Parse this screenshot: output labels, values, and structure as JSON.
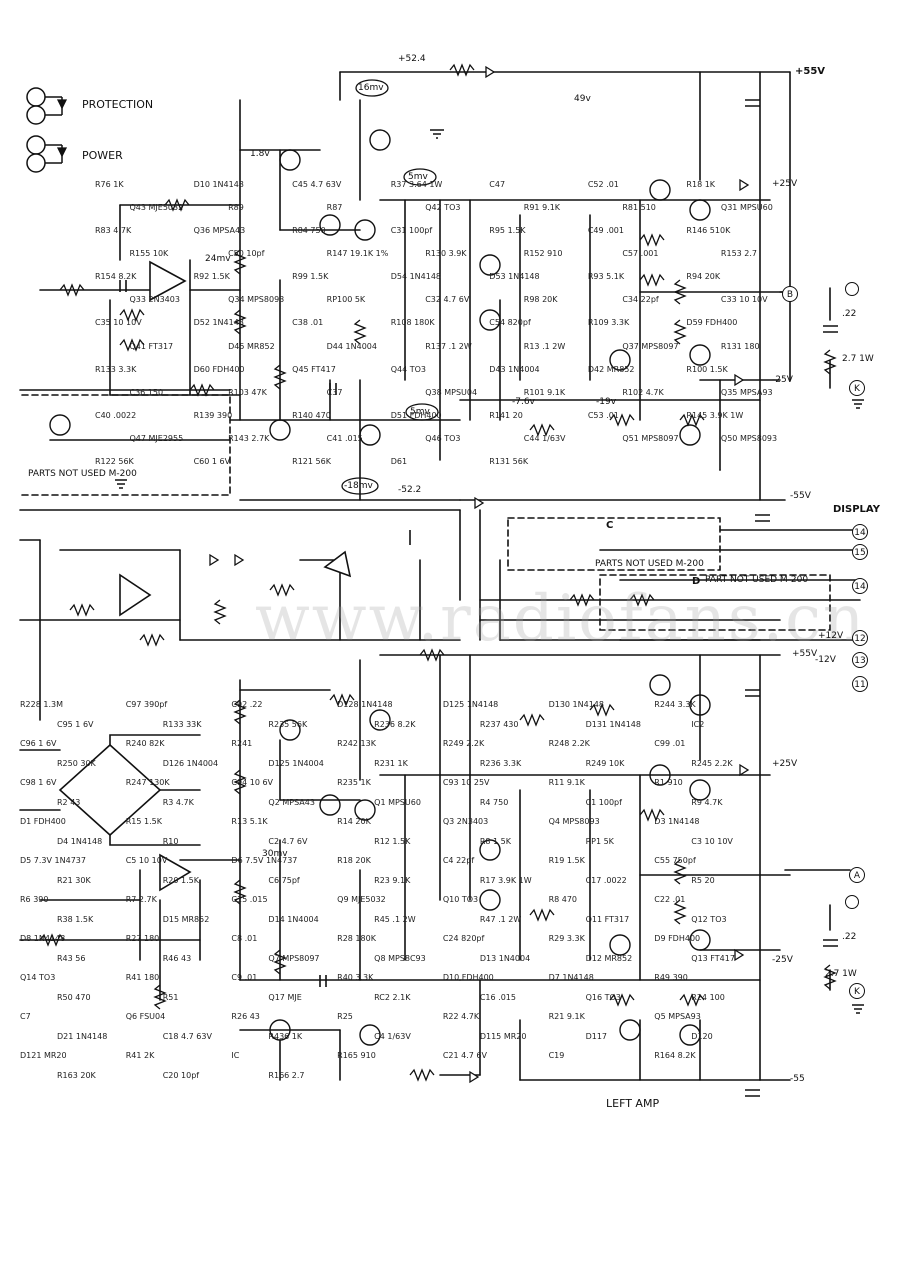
{
  "indicators": {
    "protection": "PROTECTION",
    "power": "POWER"
  },
  "rails": {
    "pos55_top": "+55V",
    "pos25_a": "+25V",
    "neg25_a": "-25V",
    "neg55_a": "-55V",
    "pos12": "+12V",
    "neg12": "-12V",
    "pos55_mid": "+55V",
    "pos25_b": "+25V",
    "neg25_b": "-25V",
    "neg55_b": "-55",
    "v524": "+52.4",
    "vneg522": "-52.2"
  },
  "connectors": {
    "display": "DISPLAY",
    "b": "B",
    "a": "A",
    "k1": "K",
    "k2": "K",
    "n14a": "14",
    "n15": "15",
    "n14b": "14",
    "n12": "12",
    "n13": "13",
    "n11": "11"
  },
  "notes": {
    "parts_not_used": "PARTS NOT USED M-200",
    "part_not_used_c": "PARTS NOT USED M-200",
    "part_not_used_d": "PART NOT USED M-200",
    "box_c": "C",
    "box_d": "D",
    "left_amp": "LEFT AMP",
    "watermark": "www.radiofans.cn"
  },
  "upper_components": [
    "R76 1K",
    "D10 1N4148",
    "C45 4.7 63V",
    "R37 3.64 1W",
    "C47",
    "C52 .01",
    "R18 1K",
    "Q43 MJE5032",
    "R89",
    "R87",
    "Q42 TO3",
    "R91 9.1K",
    "R81 510",
    "Q31 MPSU60",
    "R83 4.7K",
    "Q36 MPSA43",
    "R84 750",
    "C31 100pf",
    "R95 1.5K",
    "C49 .001",
    "R146 510K",
    "R155 10K",
    "C50 10pf",
    "R147 19.1K 1%",
    "R130 3.9K",
    "R152 910",
    "C57 .001",
    "R153 2.7",
    "R154 8.2K",
    "R92 1.5K",
    "R99 1.5K",
    "D54 1N4148",
    "D53 1N4148",
    "R93 5.1K",
    "R94 20K",
    "Q33 2N3403",
    "Q34 MPS8093",
    "RP100 5K",
    "C32 4.7 6V",
    "R98 20K",
    "C34 22pf",
    "C33 10 10V",
    "C35 10 10V",
    "D52 1N4148",
    "C38 .01",
    "R108 180K",
    "C54 820pf",
    "R109 3.3K",
    "D59 FDH400",
    "Q41 FT317",
    "D45 MR852",
    "D44 1N4004",
    "R137 .1 2W",
    "R13 .1 2W",
    "Q37 MPS8097",
    "R131 180",
    "R133 3.3K",
    "D60 FDH400",
    "Q45 FT417",
    "Q44 TO3",
    "D43 1N4004",
    "D42 MR852",
    "R100 1.5K",
    "C36 150",
    "R103 47K",
    "C37",
    "Q38 MPSU04",
    "R101 9.1K",
    "R102 4.7K",
    "Q35 MPSA93",
    "C40 .0022",
    "R139 390",
    "R140 470",
    "D51 FDH400",
    "R141 20",
    "C53 .01",
    "R145 3.9K 1W",
    "Q47 MJE2955",
    "R143 2.7K",
    "C41 .015",
    "Q46 TO3",
    "C44 1/63V",
    "Q51 MPS8097",
    "Q50 MPS8093",
    "R122 56K",
    "C60 1 6V",
    "R121 56K",
    "D61",
    "R131 56K"
  ],
  "lower_components": [
    "R228 1.3M",
    "C97 390pf",
    "C92 .22",
    "D128 1N4148",
    "D125 1N4148",
    "D130 1N4148",
    "R244 3.3K",
    "C95 1 6V",
    "R133 33K",
    "R235 56K",
    "R236 8.2K",
    "R237 430",
    "D131 1N4148",
    "IC2",
    "C96 1 6V",
    "R240 82K",
    "R241",
    "R242 13K",
    "R249 2.2K",
    "R248 2.2K",
    "C99 .01",
    "R250 30K",
    "D126 1N4004",
    "D125 1N4004",
    "R231 1K",
    "R236 3.3K",
    "R249 10K",
    "R245 2.2K",
    "C98 1 6V",
    "R247 130K",
    "C94 10 6V",
    "R235 1K",
    "C93 10 25V",
    "R11 9.1K",
    "R1 910",
    "R2 43",
    "R3 4.7K",
    "Q2 MPSA43",
    "Q1 MPSU60",
    "R4 750",
    "C1 100pf",
    "R9 4.7K",
    "D1 FDH400",
    "R15 1.5K",
    "R13 5.1K",
    "R14 20K",
    "Q3 2N3403",
    "Q4 MPS8093",
    "D3 1N4148",
    "D4 1N4148",
    "R10",
    "C2 4.7 6V",
    "R12 1.5K",
    "R8 1 5K",
    "RP1 5K",
    "C3 10 10V",
    "D5 7.3V 1N4737",
    "C5 10 10V",
    "D6 7.5V 1N4737",
    "R18 20K",
    "C4 22pf",
    "R19 1.5K",
    "C55 750pf",
    "R21 30K",
    "R20 1.5K",
    "C6 75pf",
    "R23 9.1K",
    "R17 3.9K 1W",
    "C17 .0022",
    "R5 20",
    "R6 390",
    "R7 2.7K",
    "C15 .015",
    "Q9 MJE5032",
    "Q10 TO3",
    "R8 470",
    "C22 .01",
    "R38 1.5K",
    "D15 MR852",
    "D14 1N4004",
    "R45 .1 2W",
    "R47 .1 2W",
    "Q11 FT317",
    "Q12 TO3",
    "D8 1N4148",
    "R27 180",
    "C8 .01",
    "R28 180K",
    "C24 820pf",
    "R29 3.3K",
    "D9 FDH400",
    "R43 56",
    "R46 43",
    "Q7 MPS8097",
    "Q8 MPS8C93",
    "D13 1N4004",
    "D12 MR852",
    "Q13 FT417",
    "Q14 TO3",
    "R41 180",
    "C9 .01",
    "R40 3.3K",
    "D10 FDH400",
    "D7 1N4148",
    "R49 390",
    "R50 470",
    "R51",
    "Q17 MJE",
    "RC2 2.1K",
    "C16 .015",
    "Q16 TO3",
    "R24 100",
    "C7",
    "Q6 FSU04",
    "R26 43",
    "R25",
    "R22 4.7K",
    "R21 9.1K",
    "Q5 MPSA93",
    "D21 1N4148",
    "C18 4.7 63V",
    "R436 1K",
    "C4 1/63V",
    "D115 MR20",
    "D117",
    "D120",
    "D121 MR20",
    "R41 2K",
    "IC",
    "R165 910",
    "C21 4.7 6V",
    "C19",
    "R164 8.2K",
    "R163 20K",
    "C20 10pf",
    "R166 2.7"
  ],
  "output_network": {
    "c_top": ".22",
    "r_top": "2.7 1W",
    "c_bot": ".22",
    "r_bot": "2.7 1W"
  },
  "annotations": {
    "v_top1": "16mv",
    "v_top2": "5mv",
    "v_mid": "5mv",
    "v_low": "-18mv",
    "v_right": "-7.6v",
    "v_right2": "-19v",
    "v_49": "49v",
    "v_18": "1.8v",
    "v_24": "24mv",
    "v_30": "30mv"
  }
}
